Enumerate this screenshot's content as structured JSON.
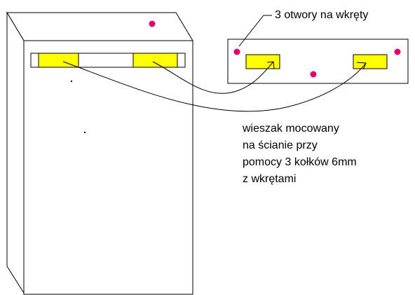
{
  "labels": {
    "screw_holes": "3 otwory na wkręty"
  },
  "description": {
    "lines": [
      "wieszak mocowany",
      "na ścianie przy",
      "pomocy 3 kołków 6mm",
      "z wkrętami"
    ]
  },
  "colors": {
    "outline": "#000000",
    "block_fill": "#ffff00",
    "hole_fill": "#e0006e",
    "background": "#ffffff"
  }
}
